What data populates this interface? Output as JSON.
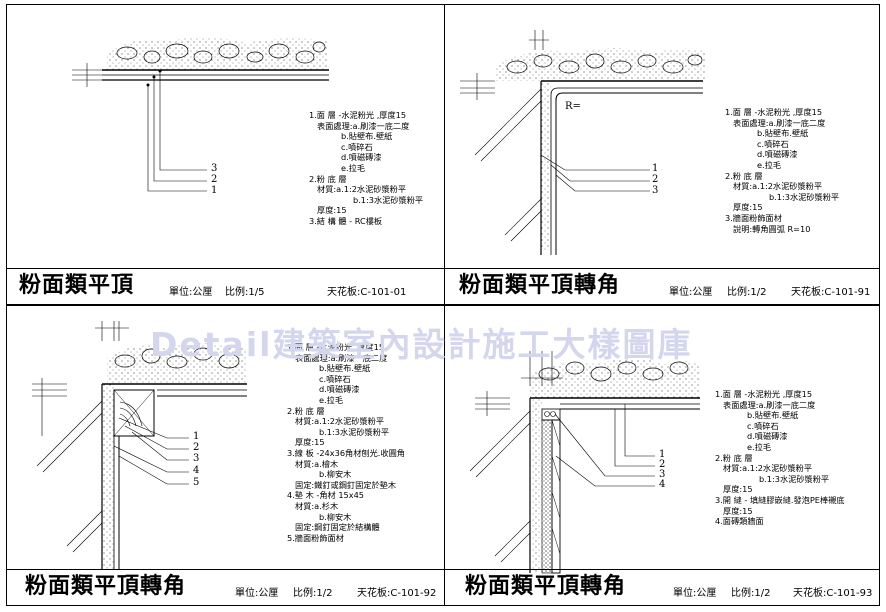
{
  "watermark": "Detail建築室內設計施工大樣圖庫",
  "panels": [
    {
      "title": "粉面類平頂",
      "unit": "單位:公厘",
      "scale": "比例:1/5",
      "code": "天花板:C-101-01",
      "callouts": [
        "3",
        "2",
        "1"
      ],
      "notes": [
        "1.面 層 -水泥粉光 ,厚度15",
        "表面處理:a.刷漆一底二度",
        "b.貼壁布.壁紙",
        "c.噴碎石",
        "d.噴磁磚漆",
        "e.拉毛",
        "2.粉 底 層",
        "材質:a.1:2水泥砂漿粉平",
        "b.1:3水泥砂漿粉平",
        "厚度:15",
        "3.結 構 體 - RC樓板"
      ]
    },
    {
      "title": "粉面類平頂轉角",
      "unit": "單位:公厘",
      "scale": "比例:1/2",
      "code": "天花板:C-101-91",
      "radius_label": "R=",
      "callouts": [
        "1",
        "2",
        "3"
      ],
      "notes": [
        "1.面 層 -水泥粉光 ,厚度15",
        "表面處理:a.刷漆一底二度",
        "b.貼壁布.壁紙",
        "c.噴碎石",
        "d.噴磁磚漆",
        "e.拉毛",
        "2.粉 底 層",
        "材質:a.1:2水泥砂漿粉平",
        "b.1:3水泥砂漿粉平",
        "厚度:15",
        "3.牆面粉飾面材",
        "說明:轉角圓弧 R=10"
      ]
    },
    {
      "title": "粉面類平頂轉角",
      "unit": "單位:公厘",
      "scale": "比例:1/2",
      "code": "天花板:C-101-92",
      "callouts": [
        "1",
        "2",
        "3",
        "4",
        "5"
      ],
      "notes": [
        "1.面 層 -水泥粉光 ,厚度15",
        "表面處理:a.刷漆一底二度",
        "b.貼壁布.壁紙",
        "c.噴碎石",
        "d.噴磁磚漆",
        "e.拉毛",
        "2.粉 底 層",
        "材質:a.1:2水泥砂漿粉平",
        "b.1:3水泥砂漿粉平",
        "厚度:15",
        "3.線 板 -24x36角材刨光.收圓角",
        "材質:a.檜木",
        "b.柳安木",
        "固定:鐵釘或鋼釘固定於墊木",
        "4.墊 木 -角材 15x45",
        "材質:a.杉木",
        "b.柳安木",
        "固定:鋼釘固定於結構體",
        "5.牆面粉飾面材"
      ]
    },
    {
      "title": "粉面類平頂轉角",
      "unit": "單位:公厘",
      "scale": "比例:1/2",
      "code": "天花板:C-101-93",
      "callouts": [
        "1",
        "2",
        "3",
        "4"
      ],
      "notes": [
        "1.面 層 -水泥粉光 ,厚度15",
        "表面處理:a.刷漆一底二度",
        "b.貼壁布.壁紙",
        "c.噴碎石",
        "d.噴磁磚漆",
        "e.拉毛",
        "2.粉 底 層",
        "材質:a.1:2水泥砂漿粉平",
        "b.1:3水泥砂漿粉平",
        "厚度:15",
        "3.開 縫 - 填縫膠嵌縫.發泡PE棒襯底",
        "厚度:15",
        "4.面磚類牆面"
      ]
    }
  ]
}
